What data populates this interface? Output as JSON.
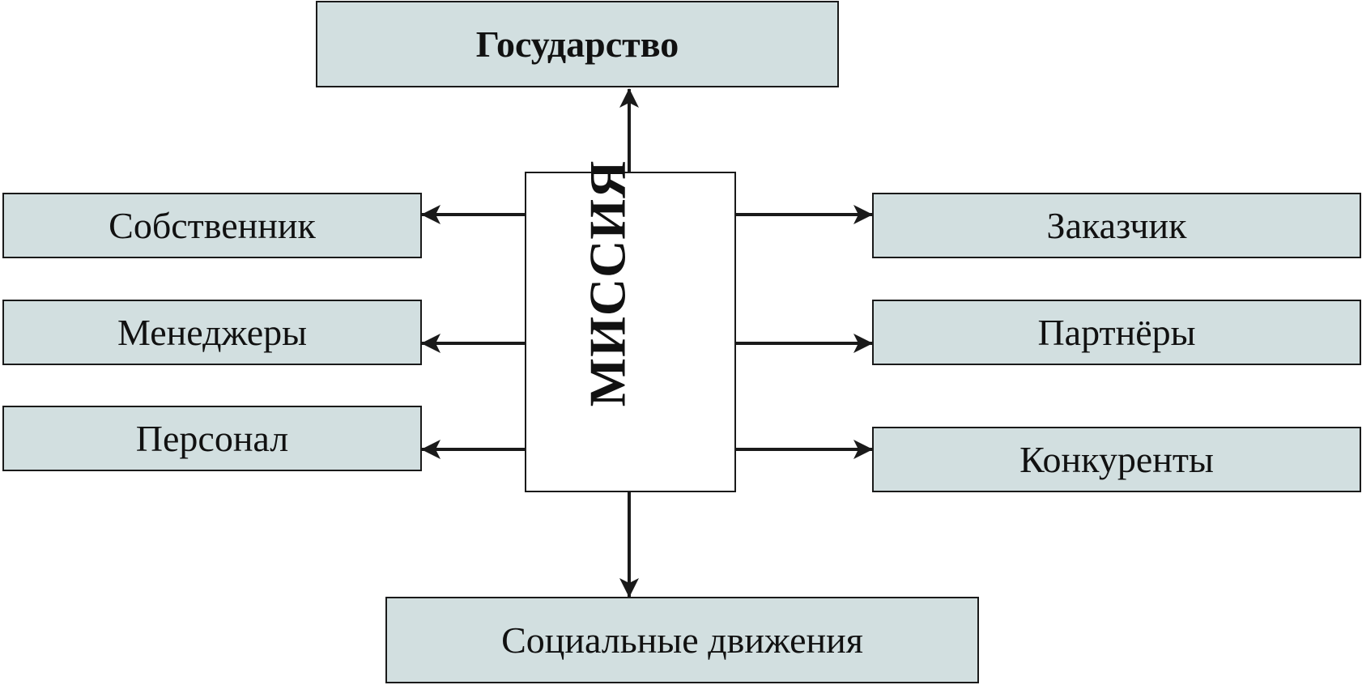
{
  "colors": {
    "box_fill": "#d2dfe0",
    "center_fill": "#ffffff",
    "line": "#1a1a1a"
  },
  "diagram": {
    "center": "МИССИЯ",
    "top": "Государство",
    "bottom": "Социальные движения",
    "left": [
      "Собственник",
      "Менеджеры",
      "Персонал"
    ],
    "right": [
      "Заказчик",
      "Партнёры",
      "Конкуренты"
    ]
  }
}
